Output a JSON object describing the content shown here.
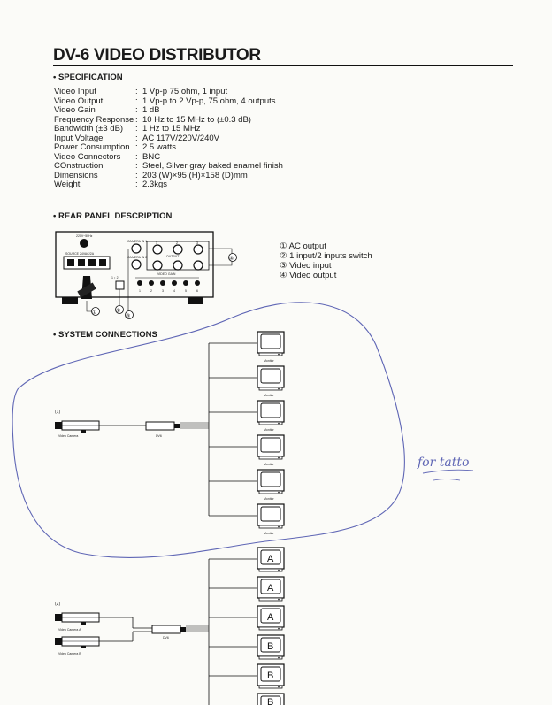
{
  "title": "DV-6 VIDEO DISTRIBUTOR",
  "sections": {
    "specification": "SPECIFICATION",
    "rear_panel": "REAR PANEL DESCRIPTION",
    "system": "SYSTEM CONNECTIONS"
  },
  "specs": [
    {
      "label": "Video Input",
      "value": "1 Vp-p 75 ohm, 1 input"
    },
    {
      "label": "Video Output",
      "value": "1 Vp-p to 2 Vp-p, 75 ohm, 4 outputs"
    },
    {
      "label": "Video Gain",
      "value": "1 dB"
    },
    {
      "label": "Frequency Response",
      "value": "10 Hz to 15 MHz to (±0.3 dB)"
    },
    {
      "label": "Bandwidth (±3 dB)",
      "value": "1 Hz to 15 MHz"
    },
    {
      "label": "Input Voltage",
      "value": "AC 117V/220V/240V"
    },
    {
      "label": "Power Consumption",
      "value": "2.5 watts"
    },
    {
      "label": "Video Connectors",
      "value": "BNC"
    },
    {
      "label": "COnstruction",
      "value": "Steel, Silver gray baked enamel finish"
    },
    {
      "label": "Dimensions",
      "value": "203 (W)×95 (H)×158 (D)mm"
    },
    {
      "label": "Weight",
      "value": "2.3kgs"
    }
  ],
  "legend": [
    "① AC output",
    "② 1 input/2 inputs switch",
    "③ Video input",
    "④ Video output"
  ],
  "panel": {
    "power": "220V~50Hz",
    "source": "SOURCE 24VAC/2A",
    "camera_in_1": "CAMERA IN 1",
    "camera_in_2": "CAMERA IN 2",
    "output": "OUTPUT",
    "video_gain": "VIDEO GAIN",
    "switch": "1 ↕ 2",
    "out_top": [
      "1",
      "2",
      "3"
    ],
    "out_bottom": [
      "4",
      "5",
      "6"
    ],
    "gain_nums": [
      "1",
      "2",
      "3",
      "4",
      "5",
      "6"
    ],
    "callouts": [
      "①",
      "②",
      "③",
      "④"
    ]
  },
  "system": {
    "diagram1": {
      "index": "(1)",
      "camera": "Video Camera",
      "unit": "DV6",
      "monitor": "Monitor"
    },
    "diagram2": {
      "index": "(2)",
      "camera_a": "Video Camera A",
      "camera_b": "Video Camera B",
      "unit": "DV6",
      "channels": [
        "A",
        "A",
        "A",
        "B",
        "B",
        "B"
      ]
    }
  },
  "handwriting": "for tatto",
  "colors": {
    "ink": "#1a1a1a",
    "pen": "#5f66b5",
    "paper": "#fbfbf8"
  }
}
